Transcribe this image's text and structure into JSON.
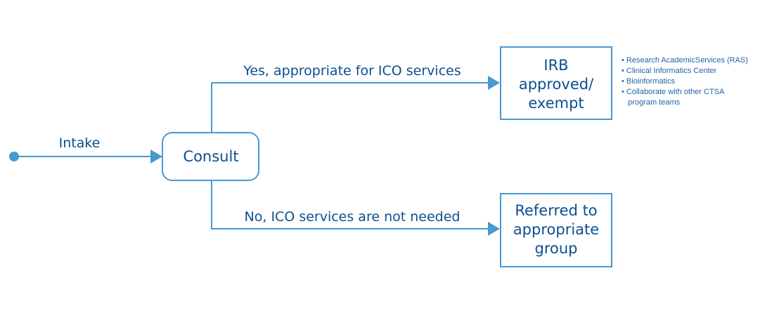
{
  "colors": {
    "line": "#4a98d1",
    "text": "#0b4f8f",
    "note_text": "#1f63a8",
    "background": "#ffffff"
  },
  "edges": {
    "intake": "Intake",
    "yes": "Yes, appropriate for ICO services",
    "no": "No, ICO services are not needed"
  },
  "nodes": {
    "consult": {
      "lines": [
        "Consult"
      ]
    },
    "irb": {
      "lines": [
        "IRB",
        "approved/",
        "exempt"
      ]
    },
    "referred": {
      "lines": [
        "Referred to",
        "appropriate",
        "group"
      ]
    }
  },
  "notes": {
    "items": [
      "• Research AcademicServices (RAS)",
      "• Clinical Informatics Center",
      "• Bioinformatics",
      "• Collaborate with other CTSA",
      "   program teams"
    ]
  }
}
